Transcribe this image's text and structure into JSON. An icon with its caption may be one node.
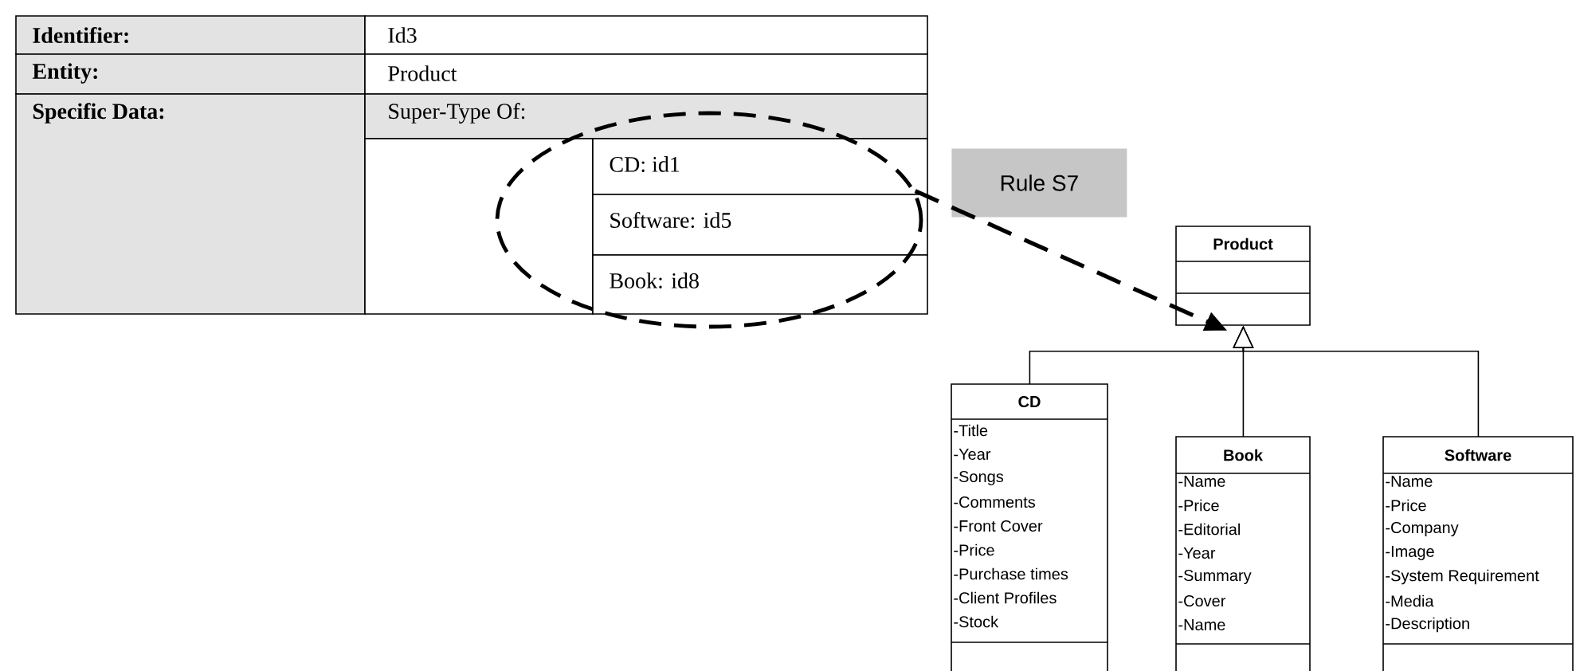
{
  "diagram": {
    "nodes": [
      {
        "text": [],
        "shape": "ellipse"
      },
      {
        "text": [
          "Rule S7"
        ]
      },
      {
        "text": [
          "Product"
        ]
      },
      {
        "text": [
          "CD",
          "-Title",
          "-Year",
          "-Songs",
          "-Comments",
          "-Front Cover",
          "-Price",
          "-Purchase times",
          "-Client Profiles",
          "-Stock"
        ]
      },
      {
        "text": [
          "Book",
          "-Name",
          "-Price",
          "-Editorial",
          "-Year",
          "-Summary",
          "-Cover",
          "-Name"
        ]
      },
      {
        "text": [
          "Software",
          "-Name",
          "-Price",
          "-Company",
          "-Image",
          "-System Requirement",
          "-Media",
          "-Description"
        ]
      }
    ],
    "edges": [
      {
        "from": 0,
        "to": 2,
        "arrow": "to",
        "style": "dashed"
      },
      {
        "from": 3,
        "to": 2,
        "arrow": "to"
      },
      {
        "from": 4,
        "to": 2,
        "arrow": "to"
      },
      {
        "from": 5,
        "to": 2,
        "arrow": "to"
      }
    ],
    "labels": [
      "Identifier:",
      "Id3",
      "Entity:",
      "Product",
      "Specific Data:",
      "Super-Type Of:",
      "CD: id1",
      "Software: id5",
      "Book: id8"
    ]
  }
}
